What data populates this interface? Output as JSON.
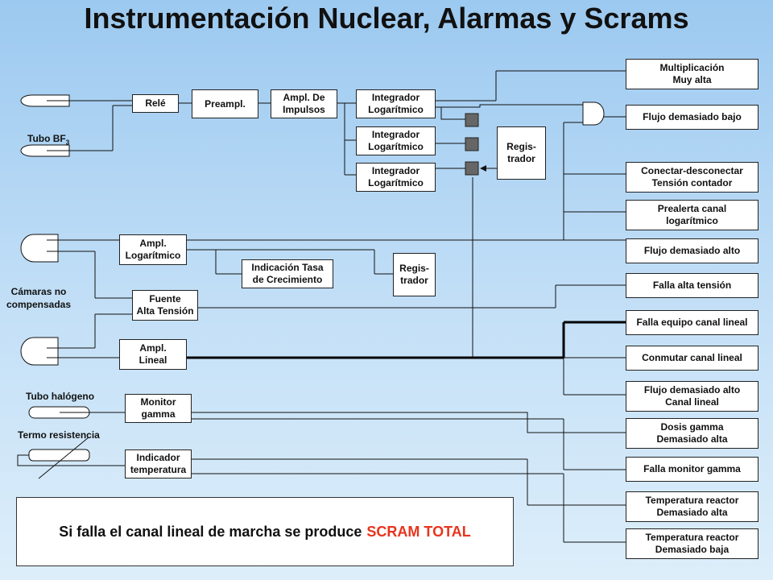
{
  "title": "Instrumentación Nuclear, Alarmas y Scrams",
  "sensors": {
    "bf3": "Tubo BF",
    "bf3_sub": "3",
    "camaras": "Cámaras no\ncompensadas",
    "halogeno": "Tubo halógeno",
    "termo": "Termo resistencia"
  },
  "blocks": {
    "rele": "Relé",
    "preampl": "Preampl.",
    "ampl_impulsos": "Ampl. De\nImpulsos",
    "integrador_1": "Integrador\nLogarítmico",
    "integrador_2": "Integrador\nLogarítmico",
    "integrador_3": "Integrador\nLogarítmico",
    "registrador_1": "Regis-\ntrador",
    "ampl_log": "Ampl.\nLogarítmico",
    "tasa": "Indicación Tasa\nde Crecimiento",
    "registrador_2": "Regis-\ntrador",
    "fuente": "Fuente\nAlta Tensión",
    "ampl_lineal": "Ampl.\nLineal",
    "monitor_gamma": "Monitor\ngamma",
    "indicador_temp": "Indicador\ntemperatura"
  },
  "alarms": [
    "Multiplicación\nMuy alta",
    "Flujo demasiado bajo",
    "Conectar-desconectar\nTensión contador",
    "Prealerta canal\nlogarítmico",
    "Flujo demasiado alto",
    "Falla alta tensión",
    "Falla equipo canal lineal",
    "Conmutar canal lineal",
    "Flujo demasiado alto\nCanal lineal",
    "Dosis gamma\nDemasiado alta",
    "Falla monitor gamma",
    "Temperatura reactor\nDemasiado alta",
    "Temperatura reactor\nDemasiado baja"
  ],
  "note": {
    "text": "Si falla el canal lineal de marcha se produce",
    "highlight": "SCRAM TOTAL",
    "highlight_color": "#e8341c"
  }
}
